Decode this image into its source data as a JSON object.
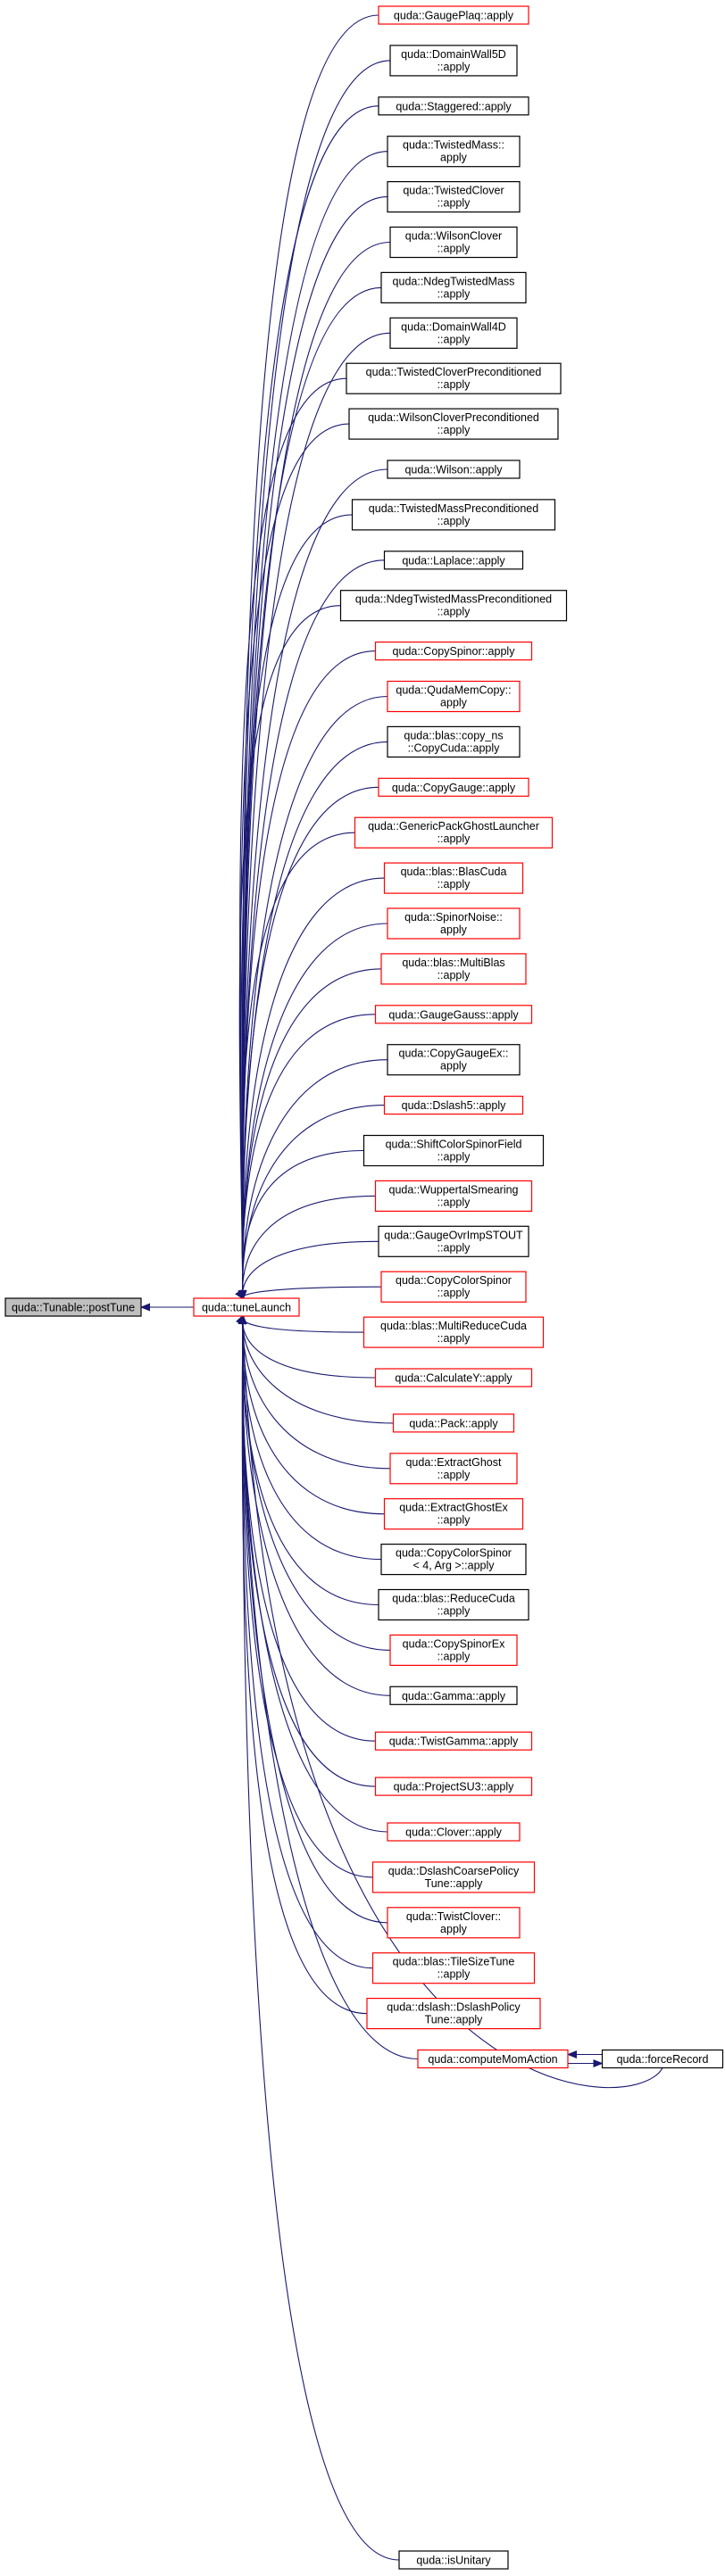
{
  "graph": {
    "root": {
      "id": "post_tune",
      "lines": [
        "quda::Tunable::postTune"
      ],
      "style": "root"
    },
    "hub": {
      "id": "tune_launch",
      "lines": [
        "quda::tuneLaunch"
      ],
      "style": "red"
    },
    "callers": [
      {
        "id": "gauge_plaq",
        "lines": [
          "quda::GaugePlaq::apply"
        ],
        "style": "red"
      },
      {
        "id": "domain_wall_5d",
        "lines": [
          "quda::DomainWall5D",
          "::apply"
        ],
        "style": "linked"
      },
      {
        "id": "staggered",
        "lines": [
          "quda::Staggered::apply"
        ],
        "style": "linked"
      },
      {
        "id": "twisted_mass",
        "lines": [
          "quda::TwistedMass::",
          "apply"
        ],
        "style": "linked"
      },
      {
        "id": "twisted_clover",
        "lines": [
          "quda::TwistedClover",
          "::apply"
        ],
        "style": "linked"
      },
      {
        "id": "wilson_clover",
        "lines": [
          "quda::WilsonClover",
          "::apply"
        ],
        "style": "linked"
      },
      {
        "id": "ndeg_twisted_mass",
        "lines": [
          "quda::NdegTwistedMass",
          "::apply"
        ],
        "style": "linked"
      },
      {
        "id": "domain_wall_4d",
        "lines": [
          "quda::DomainWall4D",
          "::apply"
        ],
        "style": "linked"
      },
      {
        "id": "twisted_clover_precond",
        "lines": [
          "quda::TwistedCloverPreconditioned",
          "::apply"
        ],
        "style": "linked"
      },
      {
        "id": "wilson_clover_precond",
        "lines": [
          "quda::WilsonCloverPreconditioned",
          "::apply"
        ],
        "style": "linked"
      },
      {
        "id": "wilson",
        "lines": [
          "quda::Wilson::apply"
        ],
        "style": "linked"
      },
      {
        "id": "twisted_mass_precond",
        "lines": [
          "quda::TwistedMassPreconditioned",
          "::apply"
        ],
        "style": "linked"
      },
      {
        "id": "laplace",
        "lines": [
          "quda::Laplace::apply"
        ],
        "style": "linked"
      },
      {
        "id": "ndeg_twisted_mass_precond",
        "lines": [
          "quda::NdegTwistedMassPreconditioned",
          "::apply"
        ],
        "style": "linked"
      },
      {
        "id": "copy_spinor",
        "lines": [
          "quda::CopySpinor::apply"
        ],
        "style": "red"
      },
      {
        "id": "quda_mem_copy",
        "lines": [
          "quda::QudaMemCopy::",
          "apply"
        ],
        "style": "red"
      },
      {
        "id": "blas_copy_cuda",
        "lines": [
          "quda::blas::copy_ns",
          "::CopyCuda::apply"
        ],
        "style": "linked"
      },
      {
        "id": "copy_gauge",
        "lines": [
          "quda::CopyGauge::apply"
        ],
        "style": "red"
      },
      {
        "id": "generic_pack_ghost",
        "lines": [
          "quda::GenericPackGhostLauncher",
          "::apply"
        ],
        "style": "red"
      },
      {
        "id": "blas_cuda",
        "lines": [
          "quda::blas::BlasCuda",
          "::apply"
        ],
        "style": "red"
      },
      {
        "id": "spinor_noise",
        "lines": [
          "quda::SpinorNoise::",
          "apply"
        ],
        "style": "red"
      },
      {
        "id": "multi_blas",
        "lines": [
          "quda::blas::MultiBlas",
          "::apply"
        ],
        "style": "red"
      },
      {
        "id": "gauge_gauss",
        "lines": [
          "quda::GaugeGauss::apply"
        ],
        "style": "red"
      },
      {
        "id": "copy_gauge_ex",
        "lines": [
          "quda::CopyGaugeEx::",
          "apply"
        ],
        "style": "linked"
      },
      {
        "id": "dslash5",
        "lines": [
          "quda::Dslash5::apply"
        ],
        "style": "red"
      },
      {
        "id": "shift_color_spinor",
        "lines": [
          "quda::ShiftColorSpinorField",
          "::apply"
        ],
        "style": "linked"
      },
      {
        "id": "wuppertal_smearing",
        "lines": [
          "quda::WuppertalSmearing",
          "::apply"
        ],
        "style": "red"
      },
      {
        "id": "gauge_ovr_imp_stout",
        "lines": [
          "quda::GaugeOvrImpSTOUT",
          "::apply"
        ],
        "style": "linked"
      },
      {
        "id": "copy_color_spinor",
        "lines": [
          "quda::CopyColorSpinor",
          "::apply"
        ],
        "style": "red"
      },
      {
        "id": "multi_reduce_cuda",
        "lines": [
          "quda::blas::MultiReduceCuda",
          "::apply"
        ],
        "style": "red"
      },
      {
        "id": "calculate_y",
        "lines": [
          "quda::CalculateY::apply"
        ],
        "style": "red"
      },
      {
        "id": "pack",
        "lines": [
          "quda::Pack::apply"
        ],
        "style": "red"
      },
      {
        "id": "extract_ghost",
        "lines": [
          "quda::ExtractGhost",
          "::apply"
        ],
        "style": "red"
      },
      {
        "id": "extract_ghost_ex",
        "lines": [
          "quda::ExtractGhostEx",
          "::apply"
        ],
        "style": "red"
      },
      {
        "id": "copy_color_spinor_4",
        "lines": [
          "quda::CopyColorSpinor",
          "< 4, Arg >::apply"
        ],
        "style": "linked"
      },
      {
        "id": "reduce_cuda",
        "lines": [
          "quda::blas::ReduceCuda",
          "::apply"
        ],
        "style": "linked"
      },
      {
        "id": "copy_spinor_ex",
        "lines": [
          "quda::CopySpinorEx",
          "::apply"
        ],
        "style": "red"
      },
      {
        "id": "gamma",
        "lines": [
          "quda::Gamma::apply"
        ],
        "style": "linked"
      },
      {
        "id": "twist_gamma",
        "lines": [
          "quda::TwistGamma::apply"
        ],
        "style": "red"
      },
      {
        "id": "project_su3",
        "lines": [
          "quda::ProjectSU3::apply"
        ],
        "style": "red"
      },
      {
        "id": "clover",
        "lines": [
          "quda::Clover::apply"
        ],
        "style": "red"
      },
      {
        "id": "dslash_coarse_policy",
        "lines": [
          "quda::DslashCoarsePolicy",
          "Tune::apply"
        ],
        "style": "red"
      },
      {
        "id": "twist_clover",
        "lines": [
          "quda::TwistClover::",
          "apply"
        ],
        "style": "red"
      },
      {
        "id": "tile_size_tune",
        "lines": [
          "quda::blas::TileSizeTune",
          "::apply"
        ],
        "style": "red"
      },
      {
        "id": "dslash_policy_tune",
        "lines": [
          "quda::dslash::DslashPolicy",
          "Tune::apply"
        ],
        "style": "red"
      },
      {
        "id": "compute_mom_action",
        "lines": [
          "quda::computeMomAction"
        ],
        "style": "red"
      },
      {
        "id": "is_unitary",
        "lines": [
          "quda::isUnitary"
        ],
        "style": "linked"
      }
    ],
    "extra": {
      "id": "force_record",
      "lines": [
        "quda::forceRecord"
      ],
      "style": "linked"
    }
  }
}
